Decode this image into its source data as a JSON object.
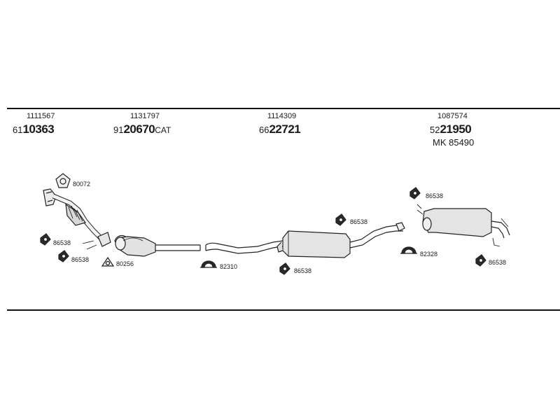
{
  "groups": [
    {
      "ref": "1111567",
      "prefix": "61",
      "main": "10363",
      "suffix": ""
    },
    {
      "ref": "1131797",
      "prefix": "91",
      "main": "20670",
      "suffix": "CAT"
    },
    {
      "ref": "1114309",
      "prefix": "66",
      "main": "22721",
      "suffix": ""
    },
    {
      "ref": "1087574",
      "prefix": "52",
      "main": "21950",
      "suffix": "",
      "extra": "MK  85490"
    }
  ],
  "callouts": {
    "gasket_front": "80072",
    "clamp_left_1": "86538",
    "clamp_left_2": "86538",
    "gasket_cat": "80256",
    "clamp_82310": "82310",
    "hanger_mid_top": "86538",
    "hanger_mid_bottom": "86538",
    "hanger_rear_top": "86538",
    "clamp_82328": "82328",
    "hanger_rear_bottom": "86538"
  }
}
